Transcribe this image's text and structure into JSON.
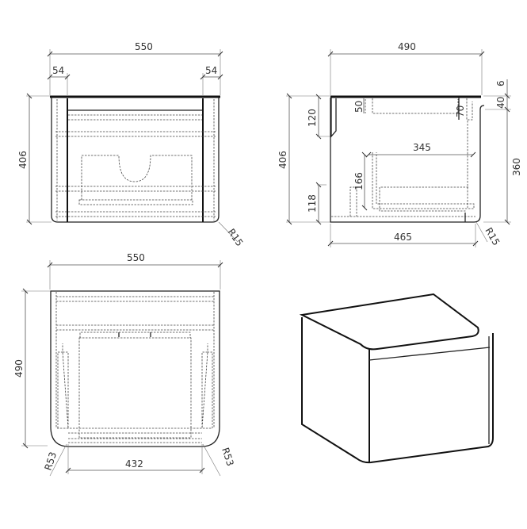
{
  "front_view": {
    "width": "550",
    "left_inset": "54",
    "right_inset": "54",
    "height": "406",
    "corner_radius": "R15"
  },
  "side_view": {
    "depth": "490",
    "height": "406",
    "top_gap": "120",
    "bottom_gap": "118",
    "body_depth": "465",
    "top_thickness": "6",
    "rail_height": "40",
    "inner_height": "360",
    "rail_left": "50",
    "rail_right": "70",
    "drawer_depth": "345",
    "drawer_height": "166",
    "corner_radius": "R15"
  },
  "top_view": {
    "width": "550",
    "depth": "490",
    "bottom_width": "432",
    "left_radius": "R53",
    "right_radius": "R53"
  },
  "colors": {
    "line": "#111111",
    "dimension": "#555555",
    "background": "#ffffff"
  }
}
